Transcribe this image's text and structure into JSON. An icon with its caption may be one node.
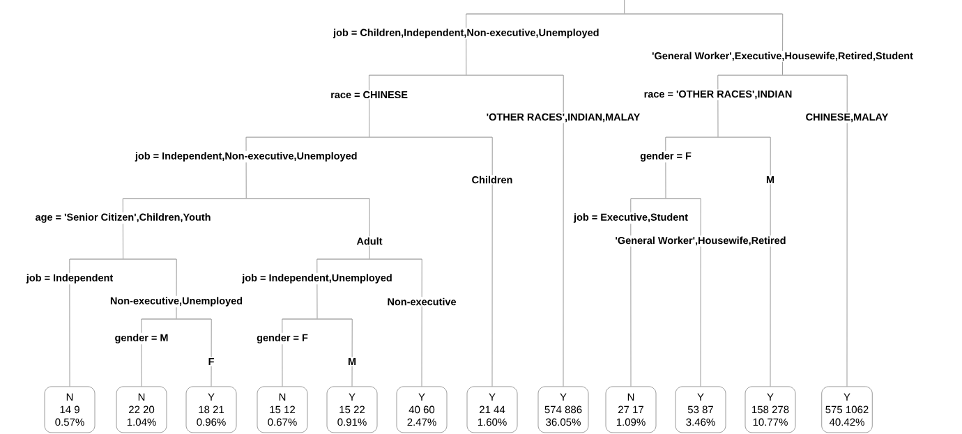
{
  "diagram": {
    "nodes": [
      {
        "text": [],
        "shape": "bar"
      },
      {
        "text": [],
        "shape": "bar"
      },
      {
        "text": [],
        "shape": "bar"
      },
      {
        "text": [],
        "shape": "bar"
      },
      {
        "text": [],
        "shape": "bar"
      },
      {
        "text": [],
        "shape": "bar"
      },
      {
        "text": [],
        "shape": "bar"
      },
      {
        "text": [],
        "shape": "bar"
      },
      {
        "text": [],
        "shape": "bar"
      },
      {
        "text": [],
        "shape": "bar"
      },
      {
        "text": [],
        "shape": "bar"
      },
      {
        "text": [
          "N",
          "14 9",
          "0.57%"
        ]
      },
      {
        "text": [
          "N",
          "22 20",
          "1.04%"
        ]
      },
      {
        "text": [
          "Y",
          "18 21",
          "0.96%"
        ]
      },
      {
        "text": [
          "N",
          "15 12",
          "0.67%"
        ]
      },
      {
        "text": [
          "Y",
          "15 22",
          "0.91%"
        ]
      },
      {
        "text": [
          "Y",
          "40 60",
          "2.47%"
        ]
      },
      {
        "text": [
          "Y",
          "21 44",
          "1.60%"
        ]
      },
      {
        "text": [
          "Y",
          "574 886",
          "36.05%"
        ]
      },
      {
        "text": [
          "N",
          "27 17",
          "1.09%"
        ]
      },
      {
        "text": [
          "Y",
          "53 87",
          "3.46%"
        ]
      },
      {
        "text": [
          "Y",
          "158 278",
          "10.77%"
        ]
      },
      {
        "text": [
          "Y",
          "575 1062",
          "40.42%"
        ]
      }
    ],
    "edges": [
      {
        "from": null,
        "to": 0,
        "arrow": "none"
      },
      {
        "from": 0,
        "to": 1,
        "arrow": "none",
        "label": "job = Children,Independent,Non-executive,Unemployed"
      },
      {
        "from": 0,
        "to": 8,
        "arrow": "none",
        "label": "'General Worker',Executive,Housewife,Retired,Student"
      },
      {
        "from": 1,
        "to": 2,
        "arrow": "none",
        "label": "race = CHINESE"
      },
      {
        "from": 1,
        "to": 18,
        "arrow": "none",
        "label": "'OTHER RACES',INDIAN,MALAY"
      },
      {
        "from": 2,
        "to": 3,
        "arrow": "none",
        "label": "job = Independent,Non-executive,Unemployed"
      },
      {
        "from": 2,
        "to": 17,
        "arrow": "none",
        "label": "Children"
      },
      {
        "from": 3,
        "to": 4,
        "arrow": "none",
        "label": "age = 'Senior Citizen',Children,Youth"
      },
      {
        "from": 3,
        "to": 6,
        "arrow": "none",
        "label": "Adult"
      },
      {
        "from": 4,
        "to": 11,
        "arrow": "none",
        "label": "job = Independent"
      },
      {
        "from": 4,
        "to": 5,
        "arrow": "none",
        "label": "Non-executive,Unemployed"
      },
      {
        "from": 5,
        "to": 12,
        "arrow": "none",
        "label": "gender = M"
      },
      {
        "from": 5,
        "to": 13,
        "arrow": "none",
        "label": "F"
      },
      {
        "from": 6,
        "to": 7,
        "arrow": "none",
        "label": "job = Independent,Unemployed"
      },
      {
        "from": 6,
        "to": 16,
        "arrow": "none",
        "label": "Non-executive"
      },
      {
        "from": 7,
        "to": 14,
        "arrow": "none",
        "label": "gender = F"
      },
      {
        "from": 7,
        "to": 15,
        "arrow": "none",
        "label": "M"
      },
      {
        "from": 8,
        "to": 9,
        "arrow": "none",
        "label": "race = 'OTHER RACES',INDIAN"
      },
      {
        "from": 8,
        "to": 22,
        "arrow": "none",
        "label": "CHINESE,MALAY"
      },
      {
        "from": 9,
        "to": 10,
        "arrow": "none",
        "label": "gender = F"
      },
      {
        "from": 9,
        "to": 21,
        "arrow": "none",
        "label": "M"
      },
      {
        "from": 10,
        "to": 19,
        "arrow": "none",
        "label": "job = Executive,Student"
      },
      {
        "from": 10,
        "to": 20,
        "arrow": "none",
        "label": "'General Worker',Housewife,Retired"
      }
    ]
  }
}
